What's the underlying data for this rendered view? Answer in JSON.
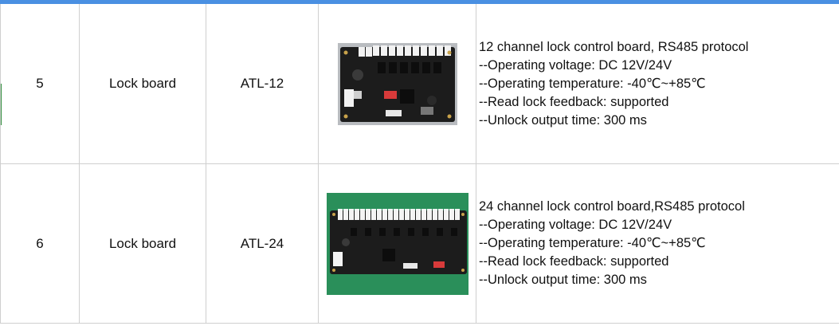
{
  "rows": [
    {
      "number": "5",
      "name": "Lock board",
      "model": "ATL-12",
      "image_icon": "lock-control-board-12ch-photo",
      "description": [
        "12 channel lock control board, RS485 protocol",
        "--Operating voltage: DC 12V/24V",
        "--Operating temperature: -40℃~+85℃",
        "--Read lock feedback: supported",
        "--Unlock output time: 300 ms"
      ]
    },
    {
      "number": "6",
      "name": "Lock board",
      "model": "ATL-24",
      "image_icon": "lock-control-board-24ch-photo",
      "description": [
        "24 channel lock control board,RS485 protocol",
        "--Operating voltage: DC 12V/24V",
        "--Operating temperature: -40℃~+85℃",
        "--Read lock feedback: supported",
        "--Unlock output time: 300 ms"
      ]
    }
  ],
  "colors": {
    "header_accent": "#4a90e2",
    "grid_line": "#cfcfcf",
    "selection_marker": "#2e8b3a",
    "pcb": "#1c1c1c",
    "photo_bg_green": "#2a8f5a",
    "photo_bg_gray": "#b9bcc0"
  }
}
